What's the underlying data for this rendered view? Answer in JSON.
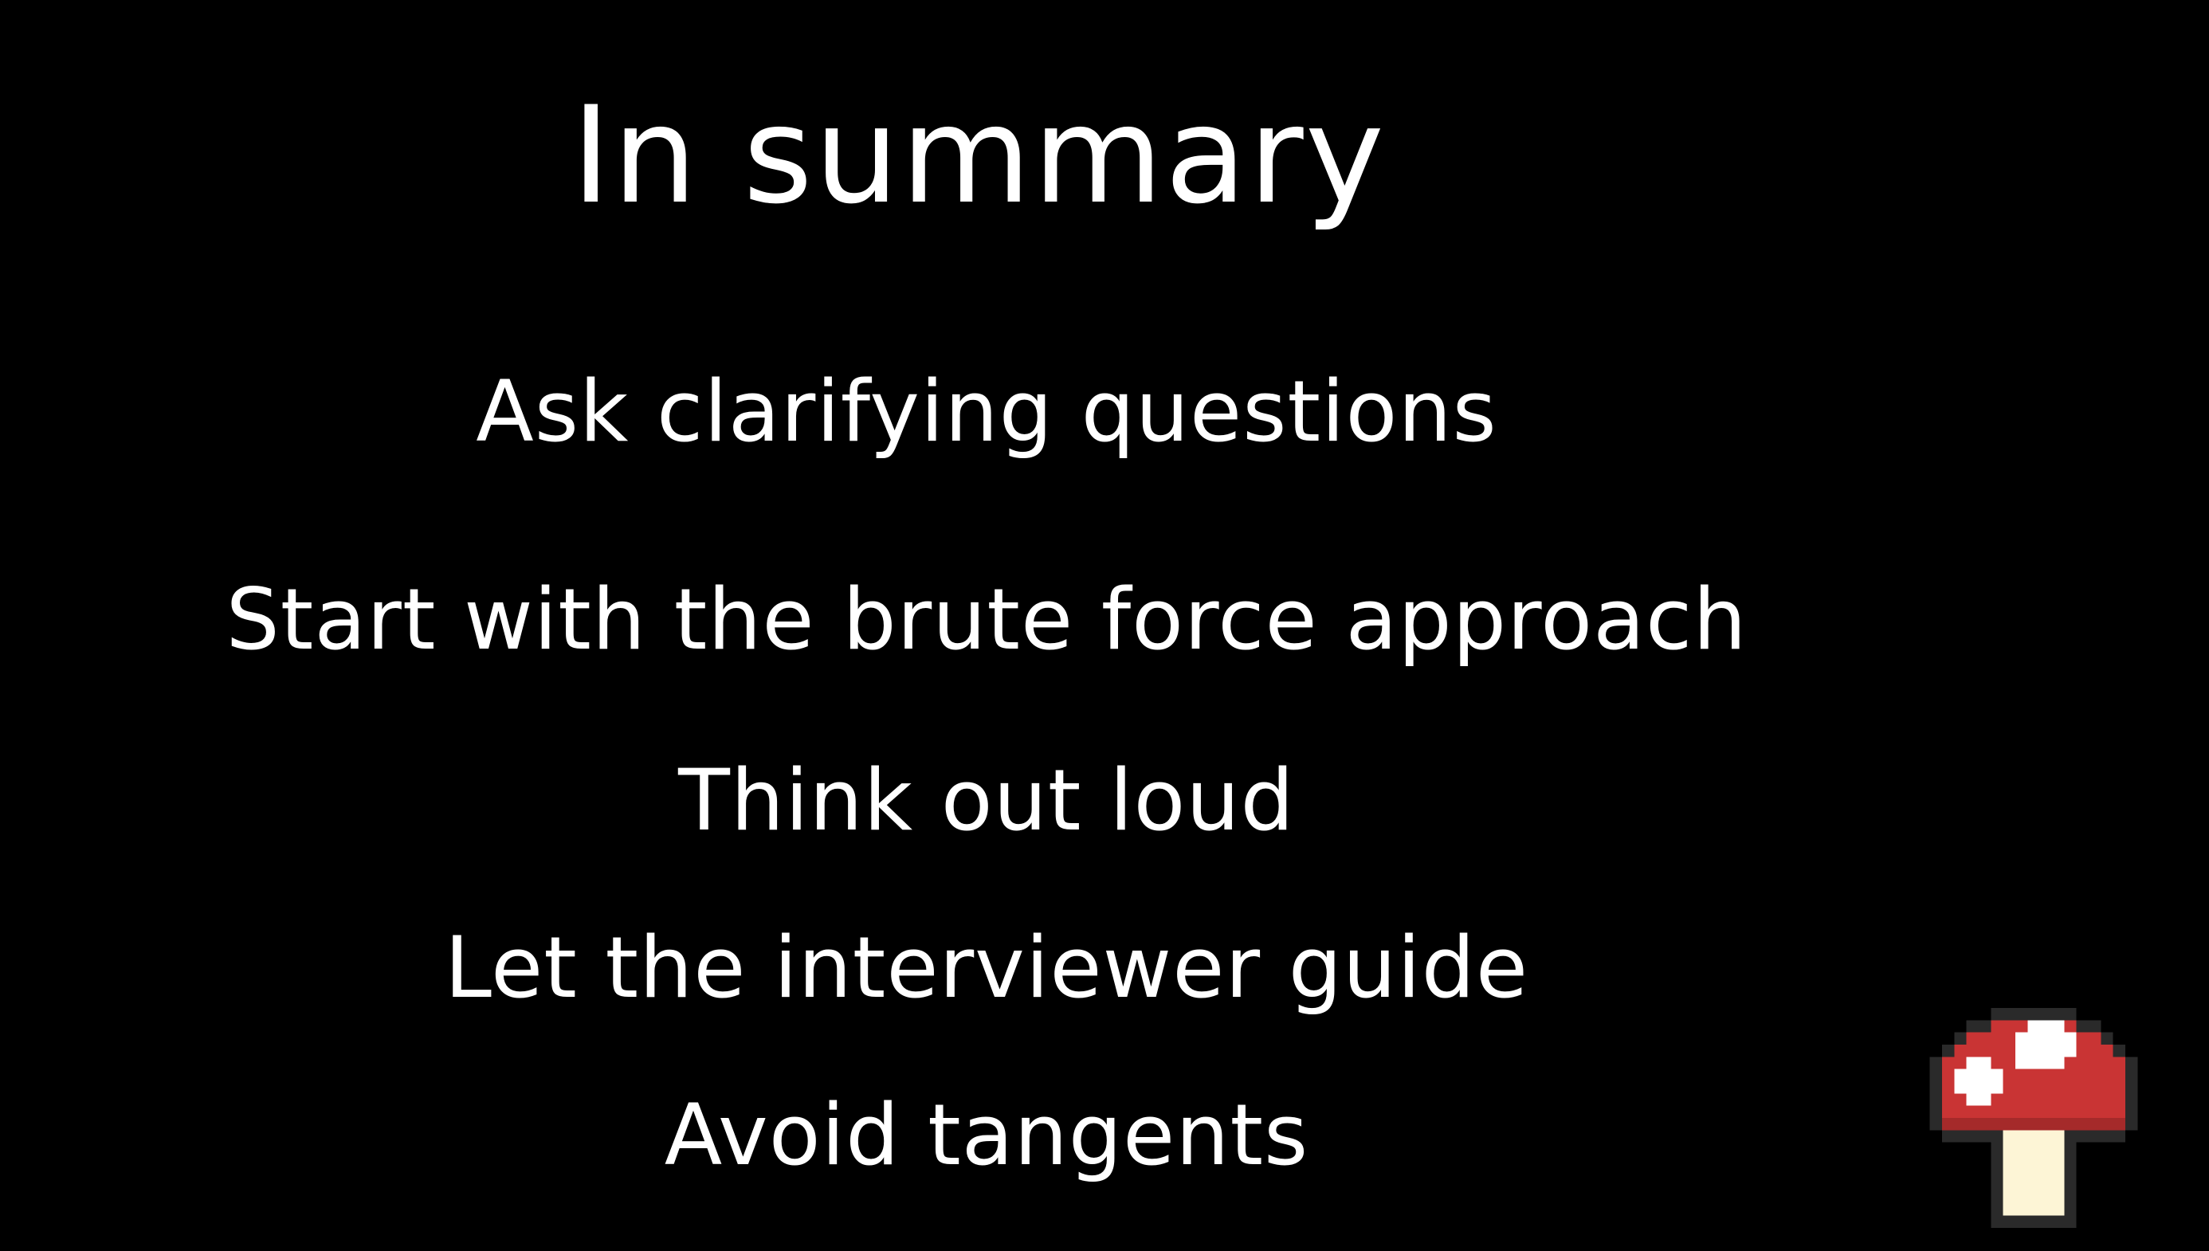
{
  "slide": {
    "title": "In summary",
    "points": [
      "Ask clarifying questions",
      "Start with the brute force approach",
      "Think out loud",
      "Let the interviewer guide",
      "Avoid tangents"
    ]
  },
  "decoration": {
    "icon": "mushroom-icon",
    "colors": {
      "cap": "#c93434",
      "cap_shadow": "#a52a2a",
      "spots": "#ffffff",
      "stem": "#fdf5d6",
      "outline": "#2a2a2a"
    }
  },
  "colors": {
    "background": "#000000",
    "text": "#ffffff"
  }
}
